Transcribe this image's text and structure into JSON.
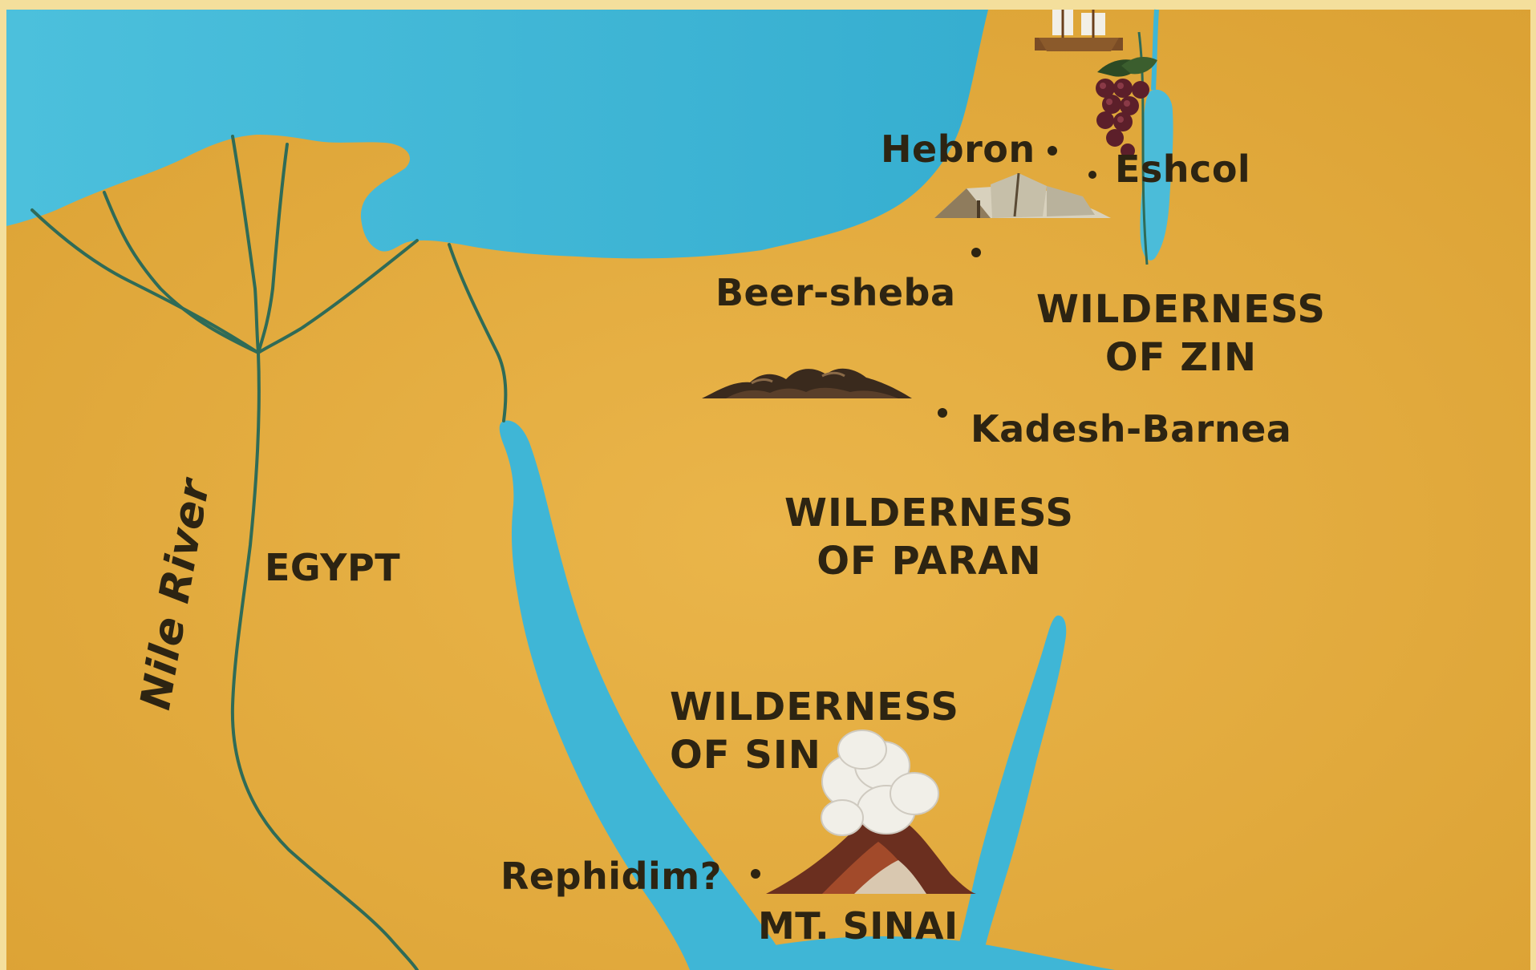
{
  "map": {
    "colors": {
      "land": "#e6ad3c",
      "sea": "#3fb6d6",
      "sea_light": "#55c4e3",
      "river": "#2f6b57",
      "text": "#2d2412",
      "frame": "#f4df9c"
    },
    "labels": {
      "hebron": "Hebron",
      "eshcol": "Eshcol",
      "beersheba": "Beer-sheba",
      "kadesh_barnea": "Kadesh-Barnea",
      "rephidim": "Rephidim?",
      "mt_sinai": "MT. SINAI",
      "egypt": "EGYPT",
      "nile_river": "Nile River",
      "wilderness_zin": [
        "WILDERNESS",
        "OF ZIN"
      ],
      "wilderness_paran": [
        "WILDERNESS",
        "OF PARAN"
      ],
      "wilderness_sin": [
        "WILDERNESS",
        "OF SIN"
      ]
    },
    "icons": [
      "grapes-icon",
      "ship-icon",
      "tents-icon",
      "mountain-range-icon",
      "smoking-mountain-icon"
    ]
  }
}
